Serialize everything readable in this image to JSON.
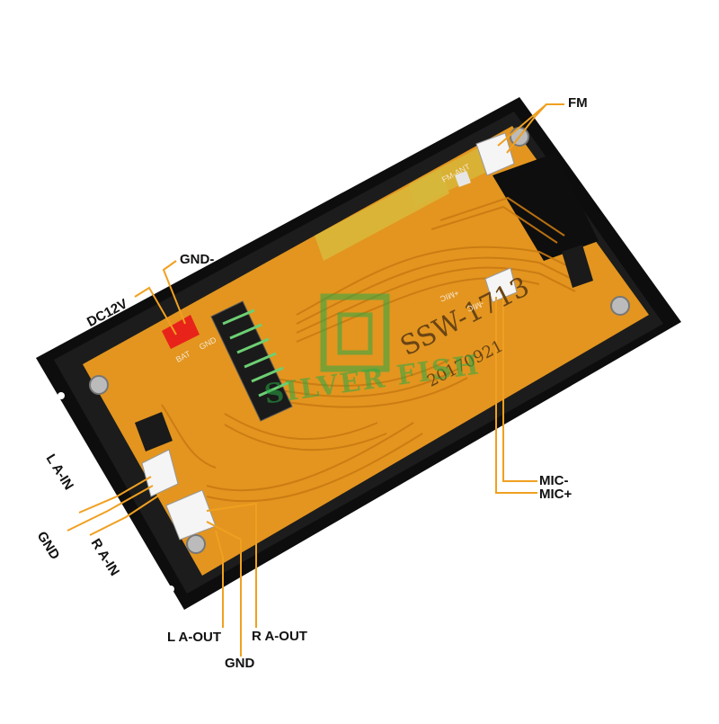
{
  "product": {
    "model_marking": "SSW-1713",
    "date_marking": "20170921",
    "watermark": "SILVER FISH"
  },
  "silkscreen": {
    "bat": "BAT",
    "gnd": "GND",
    "fm_ant": "FM-ANT",
    "mic_plus": "+MIC",
    "mic_minus": "-MIC"
  },
  "labels": {
    "fm": "FM",
    "gnd_minus": "GND-",
    "dc12v": "DC12V",
    "l_a_in": "L A-IN",
    "gnd_left": "GND",
    "r_a_in": "R A-IN",
    "l_a_out": "L A-OUT",
    "gnd_bottom": "GND",
    "r_a_out": "R A-OUT",
    "mic_minus": "MIC-",
    "mic_plus": "MIC+"
  },
  "colors": {
    "frame": "#0d0d0d",
    "pcb": "#e3951f",
    "trace": "#c97a12",
    "callout_line": "#f0a020",
    "power_connector": "#e8231a",
    "watermark": "#2ea84a"
  }
}
